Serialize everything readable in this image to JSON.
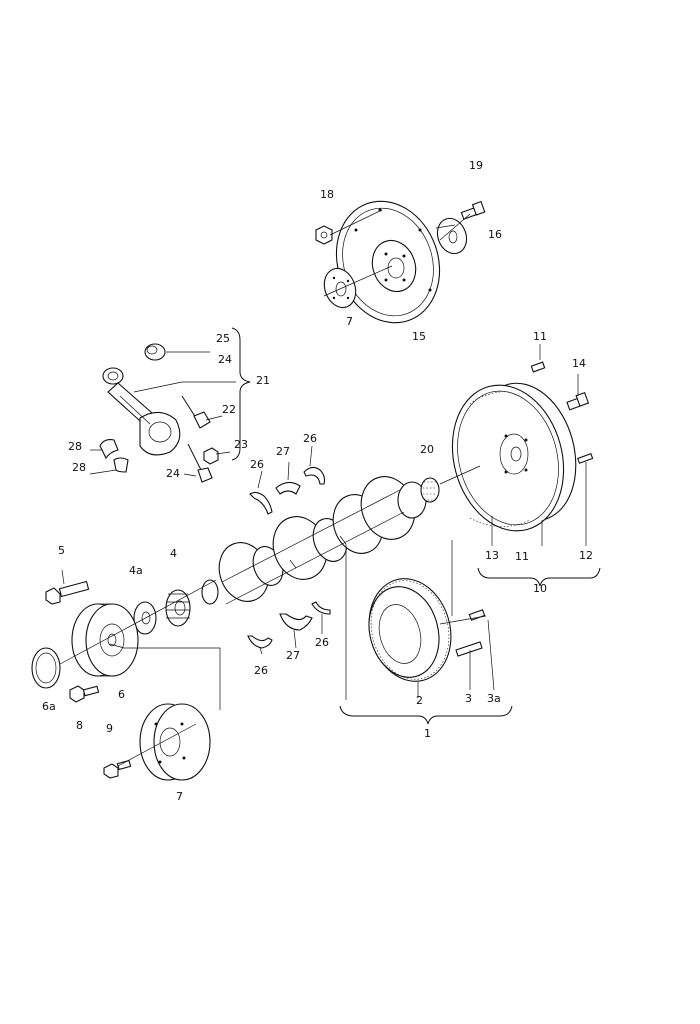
{
  "callouts": {
    "c1": "1",
    "c2": "2",
    "c3": "3",
    "c3a": "3a",
    "c4": "4",
    "c4a": "4a",
    "c5": "5",
    "c6": "6",
    "c6a": "6a",
    "c7": "7",
    "c7b": "7",
    "c8": "8",
    "c9": "9",
    "c10": "10",
    "c11a": "11",
    "c11b": "11",
    "c12": "12",
    "c13": "13",
    "c14": "14",
    "c15": "15",
    "c16": "16",
    "c18": "18",
    "c19": "19",
    "c20": "20",
    "c21": "21",
    "c22": "22",
    "c23": "23",
    "c24a": "24",
    "c24b": "24",
    "c25": "25",
    "c26a": "26",
    "c26b": "26",
    "c26c": "26",
    "c26d": "26",
    "c27a": "27",
    "c27b": "27",
    "c28a": "28",
    "c28b": "28"
  }
}
